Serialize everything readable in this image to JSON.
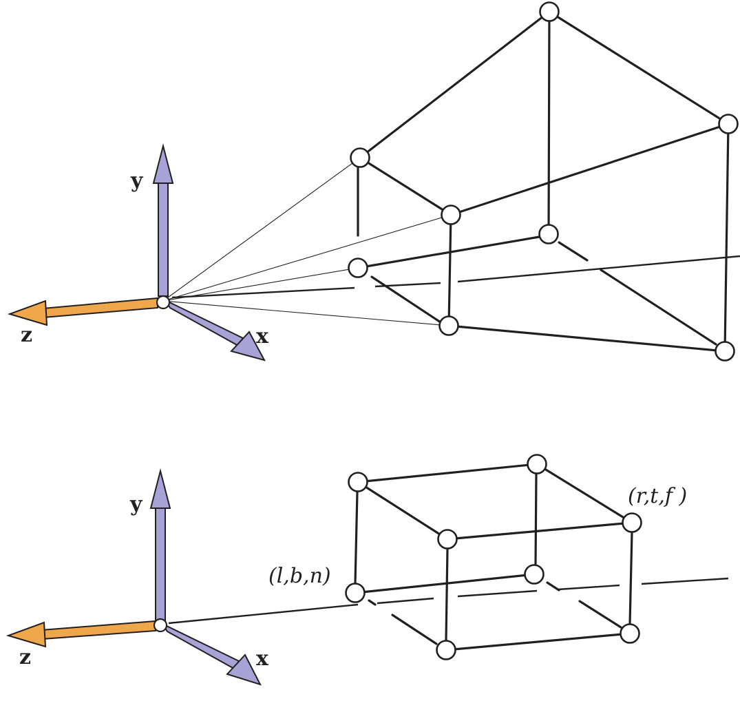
{
  "axes": {
    "x_label": "x",
    "y_label": "y",
    "z_label": "z",
    "x_color": "#a8a3d6",
    "y_color": "#a8a3d6",
    "z_color": "#efa74c"
  },
  "upper_figure": {
    "shape": "perspective view frustum"
  },
  "lower_figure": {
    "shape": "orthographic view volume",
    "corner_near_label": "(l,b,n)",
    "corner_far_label": "(r,t,f )"
  },
  "colors": {
    "ink": "#231f20",
    "background": "#ffffff"
  }
}
